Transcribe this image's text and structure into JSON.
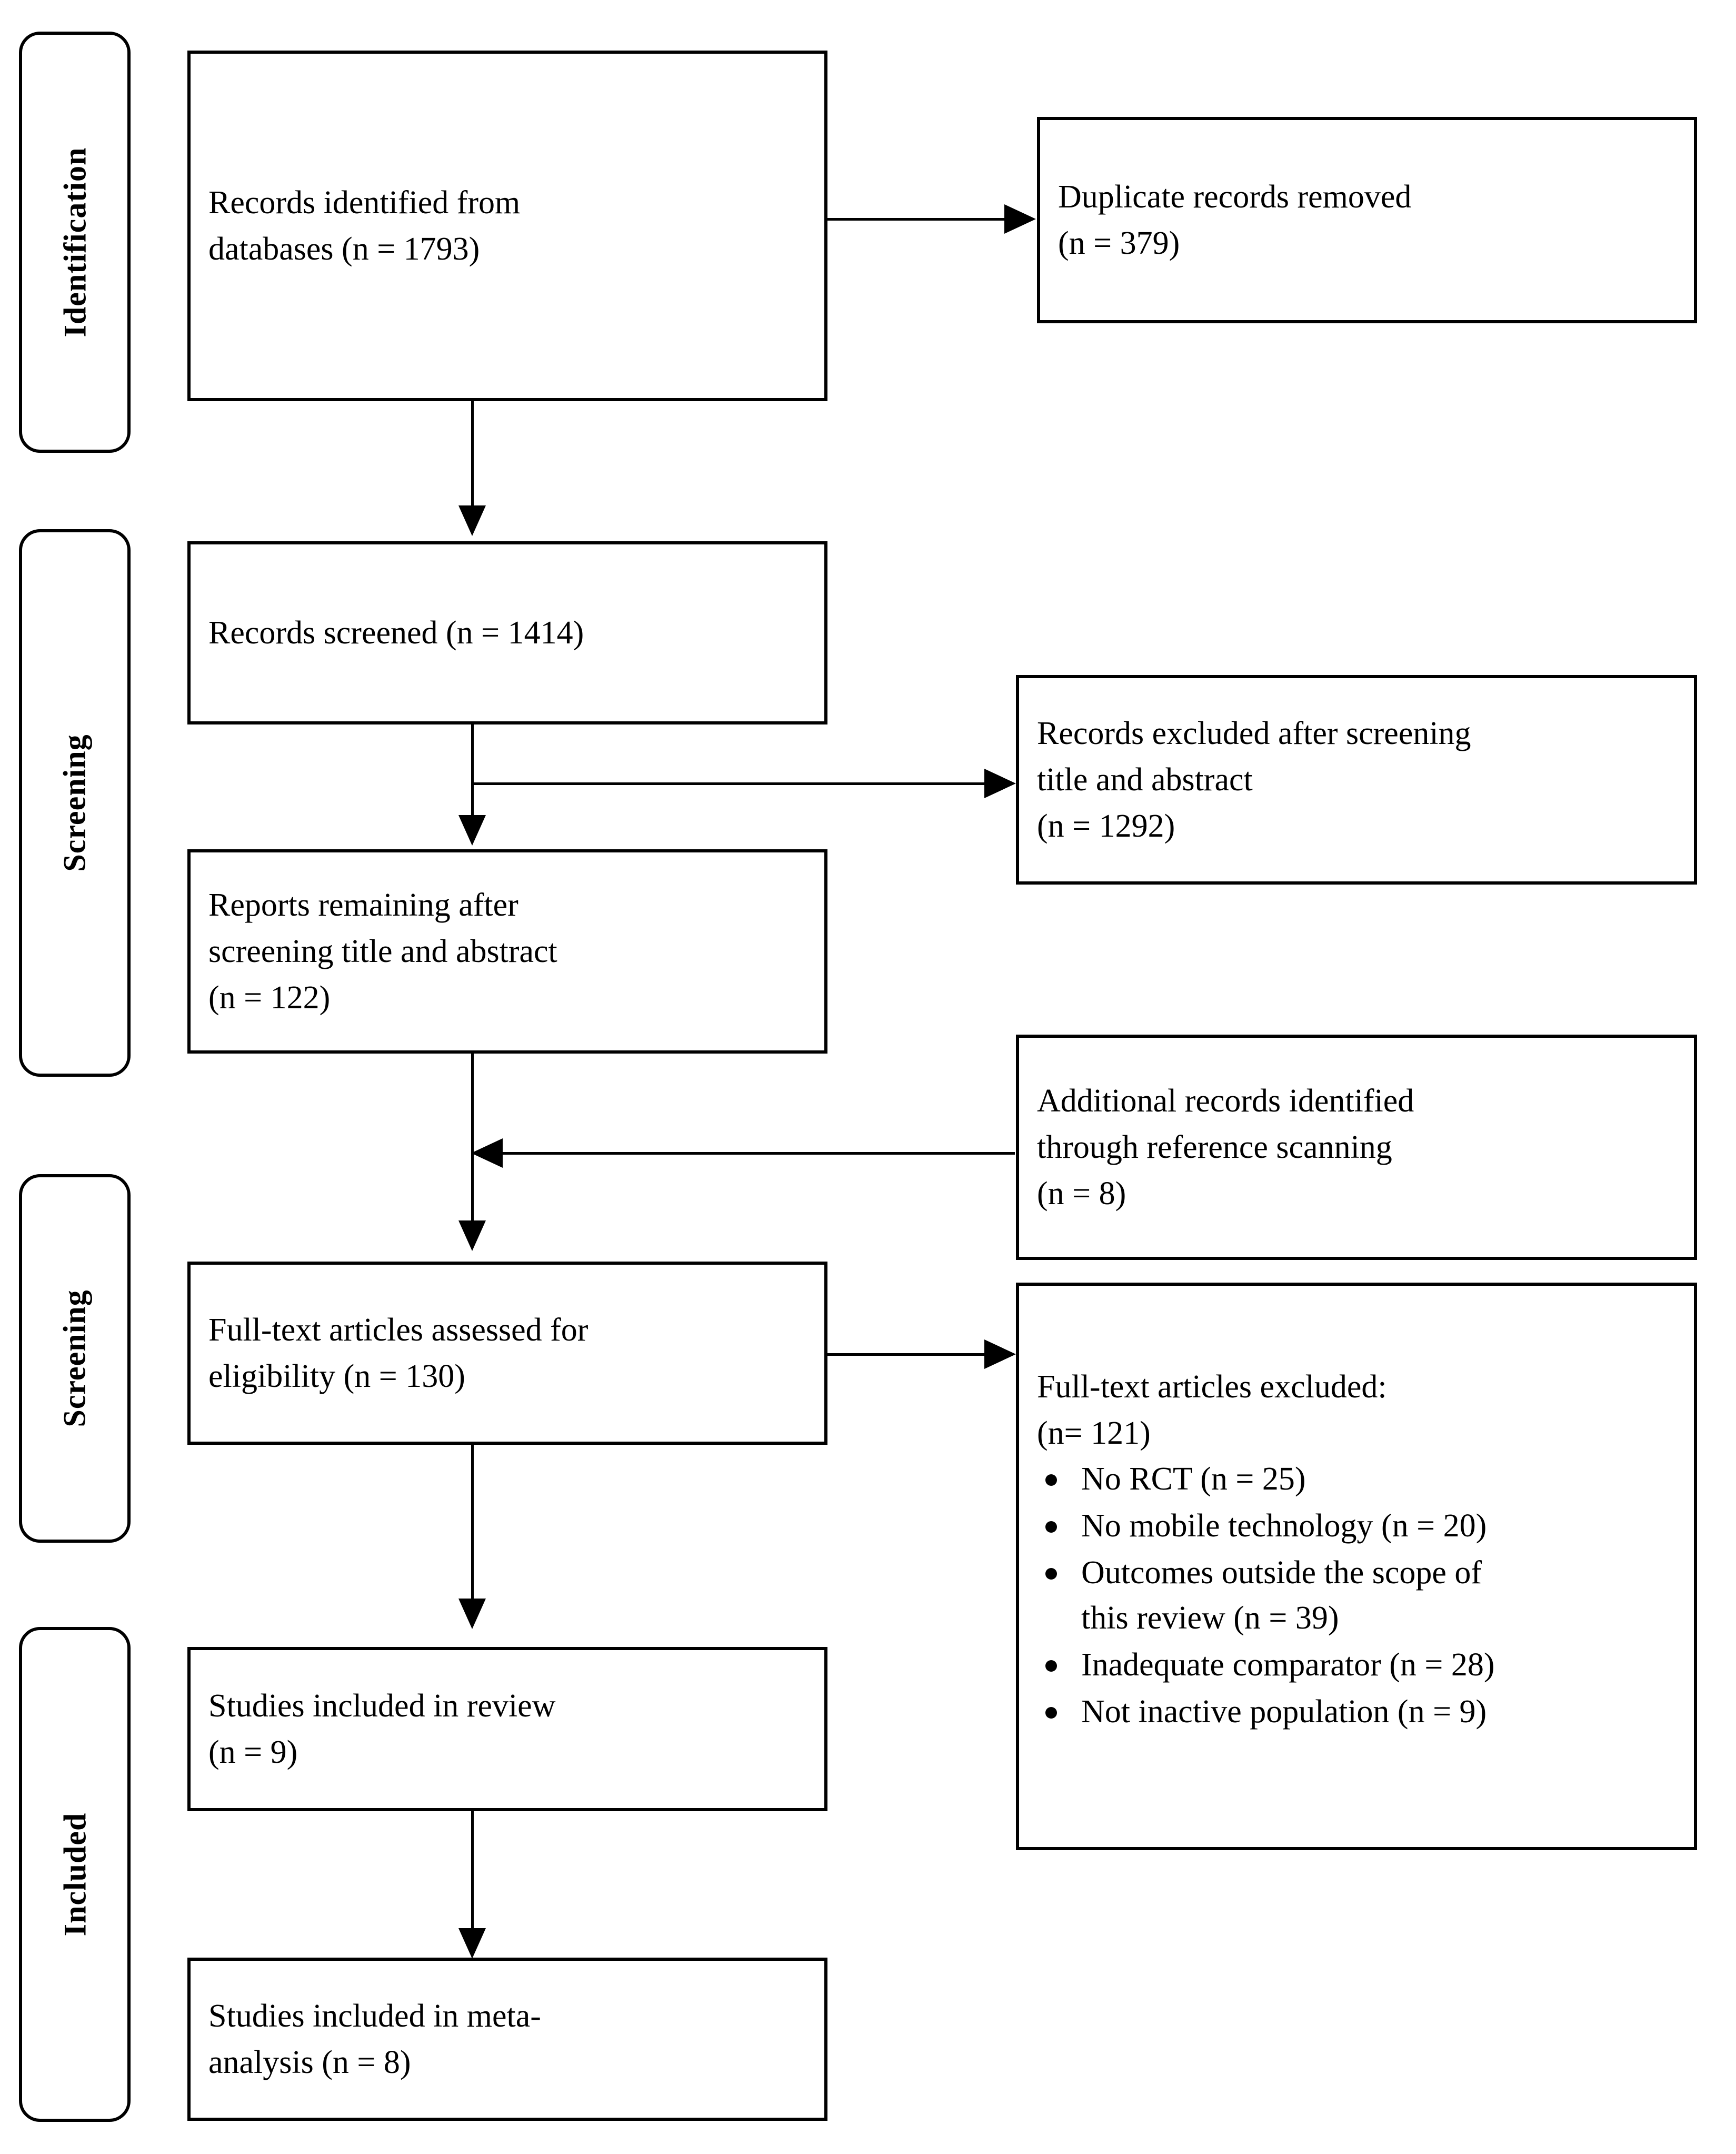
{
  "diagram": {
    "type": "prisma-flow-diagram",
    "stages": [
      {
        "id": "identification",
        "label": "Identification"
      },
      {
        "id": "screening-1",
        "label": "Screening"
      },
      {
        "id": "screening-2",
        "label": "Screening"
      },
      {
        "id": "included",
        "label": "Included"
      }
    ],
    "boxes": {
      "records_identified": "Records identified from\ndatabases (n = 1793)",
      "duplicates_removed": "Duplicate records removed\n(n = 379)",
      "records_screened": "Records screened (n = 1414)",
      "records_excluded": "Records excluded after screening\ntitle and abstract\n(n = 1292)",
      "reports_remaining": "Reports remaining after\nscreening title and abstract\n(n = 122)",
      "additional_records": "Additional records identified\nthrough reference scanning\n(n = 8)",
      "fulltext_assessed": "Full-text articles assessed for\neligibility (n = 130)",
      "fulltext_excluded_heading": "Full-text articles excluded:\n(n= 121)",
      "studies_review": "Studies included in review\n(n = 9)",
      "studies_meta": "Studies included in meta-\nanalysis (n = 8)"
    },
    "exclusion_reasons": [
      "No RCT (n = 25)",
      "No mobile technology (n = 20)",
      "Outcomes outside the scope of\nthis review (n = 39)",
      "Inadequate comparator (n = 28)",
      "Not inactive population (n = 9)"
    ],
    "counts": {
      "records_identified": 1793,
      "duplicates_removed": 379,
      "records_screened": 1414,
      "records_excluded_screening": 1292,
      "reports_remaining": 122,
      "additional_records": 8,
      "fulltext_assessed": 130,
      "fulltext_excluded": 121,
      "studies_in_review": 9,
      "studies_in_meta_analysis": 8,
      "reason_no_rct": 25,
      "reason_no_mobile_technology": 20,
      "reason_outcomes_outside_scope": 39,
      "reason_inadequate_comparator": 28,
      "reason_not_inactive_population": 9
    },
    "colors": {
      "stroke": "#000000",
      "fill": "#ffffff",
      "text": "#000000"
    }
  }
}
